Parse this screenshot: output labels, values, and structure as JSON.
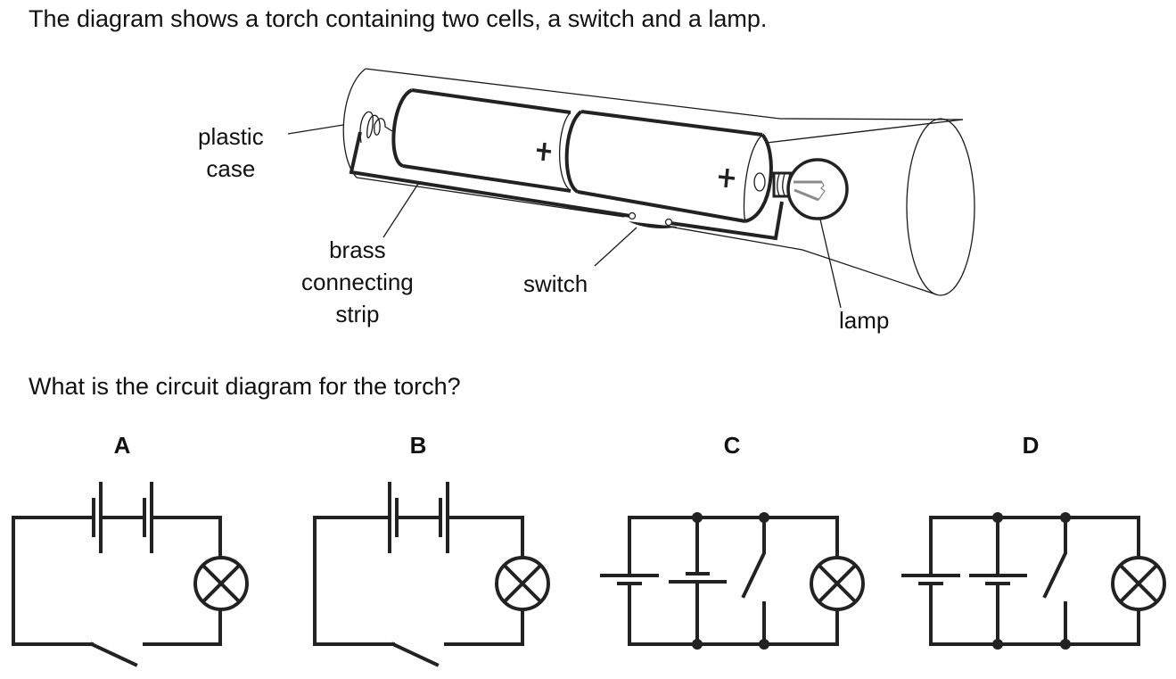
{
  "intro_text": "The diagram shows a torch containing two cells, a switch and a lamp.",
  "question_text": "What is the circuit diagram for the torch?",
  "torch_diagram": {
    "labels": {
      "plastic_case": [
        "plastic",
        "case"
      ],
      "brass_strip": [
        "brass",
        "connecting",
        "strip"
      ],
      "switch": "switch",
      "lamp": "lamp"
    },
    "cell_terminal_symbol": "+",
    "filament_color": "#8a8a8a"
  },
  "options": [
    {
      "letter": "A",
      "arrangement": "series",
      "cells": 2,
      "cell_orientation": "short-long, short-long",
      "switch": "open, series",
      "lamp": true
    },
    {
      "letter": "B",
      "arrangement": "series",
      "cells": 2,
      "cell_orientation": "long-short, short-long",
      "switch": "open, series",
      "lamp": true
    },
    {
      "letter": "C",
      "arrangement": "parallel",
      "cells": 2,
      "cell_orientation": "long-top / short-top",
      "switch": "open, parallel branch",
      "lamp": true
    },
    {
      "letter": "D",
      "arrangement": "parallel",
      "cells": 2,
      "cell_orientation": "long-top / long-top",
      "switch": "open, parallel branch",
      "lamp": true
    }
  ],
  "colors": {
    "ink": "#222222",
    "background": "#ffffff"
  }
}
